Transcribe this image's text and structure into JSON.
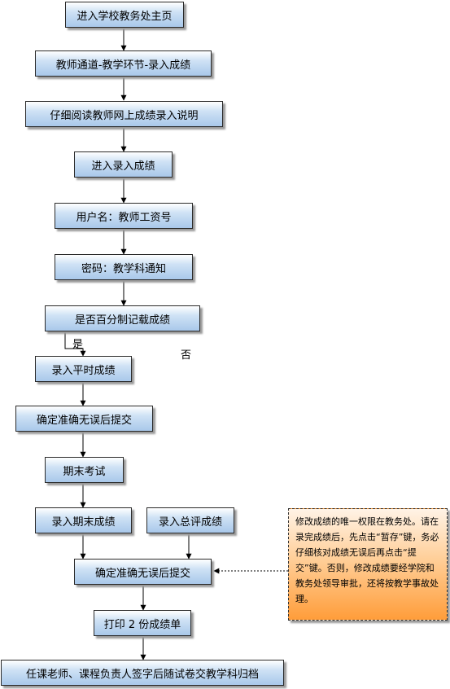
{
  "nodes": {
    "n1": "进入学校教务处主页",
    "n2": "教师通道-教学环节-录入成绩",
    "n3": "仔细阅读教师网上成绩录入说明",
    "n4": "进入录入成绩",
    "n5": "用户名：教师工资号",
    "n6": "密码：教学科通知",
    "n7": "是否百分制记载成绩",
    "n8": "录入平时成绩",
    "n9": "确定准确无误后提交",
    "n10": "期末考试",
    "n11": "录入期末成绩",
    "n12": "录入总评成绩",
    "n13": "确定准确无误后提交",
    "n14": "打印 2 份成绩单",
    "n15": "任课老师、课程负责人签字后随试卷交教学科归档"
  },
  "labels": {
    "yes": "是",
    "no": "否"
  },
  "note": "修改成绩的唯一权限在教务处。请在录完成绩后，先点击“暂存”键，务必仔细核对成绩无误后再点击“提交”键。否则，修改成绩要经学院和教务处领导审批，还将按教学事故处理。",
  "colors": {
    "node_fill": "#a9c8ea",
    "note_fill": "#ff9d3a",
    "line": "#000000"
  }
}
